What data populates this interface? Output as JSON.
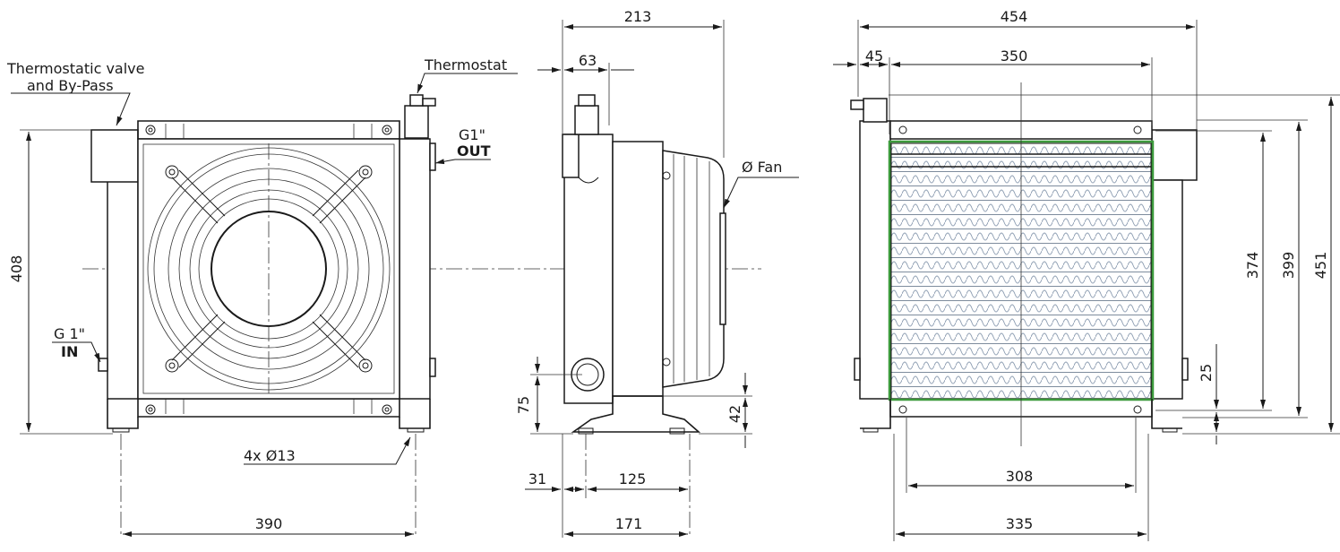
{
  "colors": {
    "line": "#1a1a1a",
    "highlight": "#3c9a3c",
    "fins": "#8a9bb0"
  },
  "front_view": {
    "labels": {
      "valve_line1": "Thermostatic valve",
      "valve_line2": "and By-Pass",
      "thermostat": "Thermostat",
      "out_size": "G1\"",
      "out_label": "OUT",
      "in_size": "G 1\"",
      "in_label": "IN",
      "holes": "4x Ø13"
    },
    "dims": {
      "height": "408",
      "width": "390"
    }
  },
  "side_view": {
    "labels": {
      "fan": "Ø Fan"
    },
    "dims": {
      "depth": "213",
      "valve_offset": "63",
      "inlet_height": "75",
      "foot_height": "42",
      "foot_offset": "31",
      "foot_pitch": "125",
      "foot_width": "171"
    }
  },
  "rear_view": {
    "dims": {
      "total_width": "454",
      "offset": "45",
      "core_width": "350",
      "core_height": "374",
      "height_399": "399",
      "total_height": "451",
      "bottom_offset": "25",
      "mount_pitch": "308",
      "base_width": "335"
    }
  }
}
